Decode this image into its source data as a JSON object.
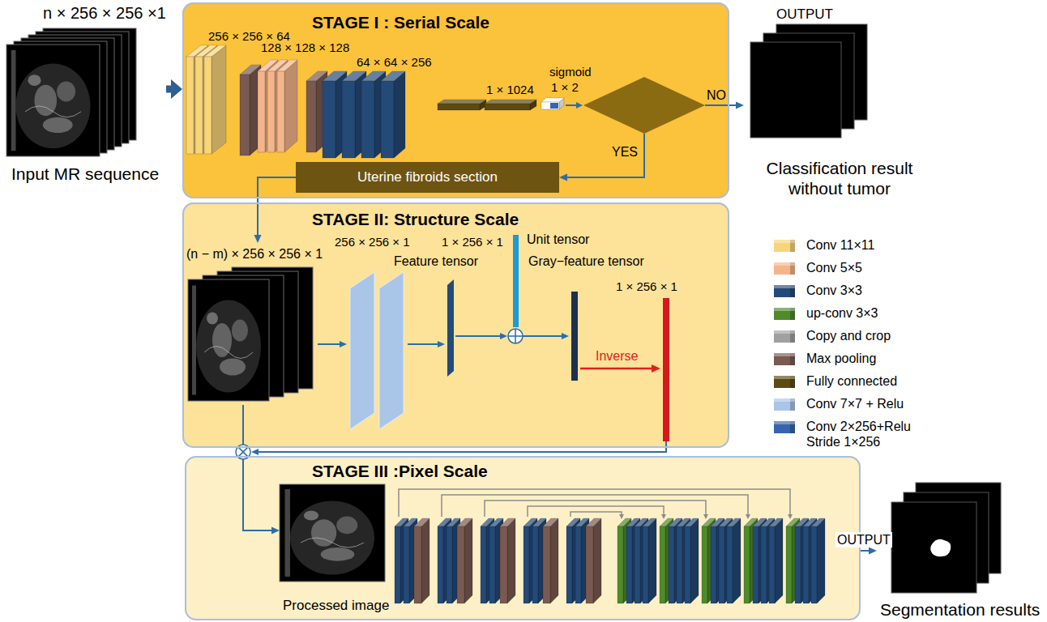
{
  "diagram": {
    "nodes": [
      {
        "text": [
          "n × 256 × 256 ×1",
          "Input MR sequence"
        ]
      },
      {
        "text": [
          "STAGE I : Serial Scale"
        ]
      },
      {
        "text": [
          "Uterine fibroids section"
        ],
        "in": 1
      },
      {
        "text": [
          "OUTPUT",
          "Classification result without tumor"
        ]
      },
      {
        "text": [
          "STAGE II: Structure Scale"
        ]
      },
      {
        "text": [
          "(n − m) × 256 × 256 × 1"
        ],
        "in": 4
      },
      {
        "text": [
          "STAGE III :Pixel Scale"
        ]
      },
      {
        "text": [
          "Processed image"
        ],
        "in": 6
      },
      {
        "text": [
          "Segmentation results"
        ]
      }
    ],
    "edges": [
      {
        "from": 0,
        "to": 1,
        "arrow": "to"
      },
      {
        "from": 1,
        "to": 3,
        "label": "NO",
        "arrow": "to"
      },
      {
        "from": 2,
        "to": 5,
        "arrow": "to"
      },
      {
        "from": 5,
        "to": 7,
        "arrow": "to"
      },
      {
        "from": 6,
        "to": 8,
        "label": "OUTPUT",
        "arrow": "to"
      }
    ],
    "labels": [
      "256 × 256 × 64",
      "128 × 128 × 128",
      "64 × 64 × 256",
      "1 × 1024",
      "sigmoid",
      "1 × 2",
      "YES",
      "256 × 256 × 1",
      "1 × 256 × 1",
      "Unit tensor",
      "Feature tensor",
      "Gray−feature tensor",
      "1 × 256 × 1",
      "Inverse"
    ],
    "legend": [
      {
        "text": "Conv 11×11",
        "color": "#f9d57a"
      },
      {
        "text": "Conv 5×5",
        "color": "#f5b58a"
      },
      {
        "text": "Conv 3×3",
        "color": "#244a78"
      },
      {
        "text": "up-conv 3×3",
        "color": "#4f8a2b"
      },
      {
        "text": "Copy and crop",
        "color": "#a0a0a0"
      },
      {
        "text": "Max pooling",
        "color": "#7a5a50"
      },
      {
        "text": "Fully connected",
        "color": "#5c4a10"
      },
      {
        "text": "Conv 7×7 + Relu",
        "color": "#a9c5e8"
      },
      {
        "text": "Conv 2×256+Relu Stride 1×256",
        "color": "#3566ad"
      }
    ]
  }
}
